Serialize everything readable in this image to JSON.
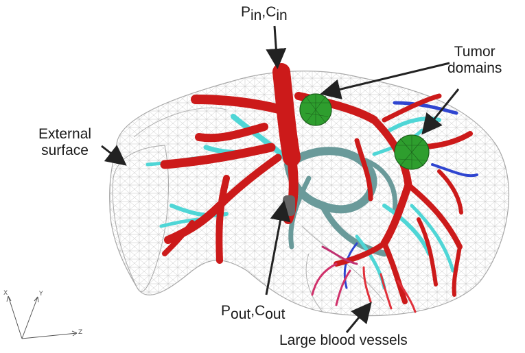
{
  "labels": {
    "inlet_main": "P",
    "inlet_sub": "in",
    "inlet_sep": ",",
    "inlet_main2": "C",
    "inlet_sub2": "in",
    "outlet_main": "P",
    "outlet_sub": "out",
    "outlet_sep": ",",
    "outlet_main2": "C",
    "outlet_sub2": "out",
    "tumor_line1": "Tumor",
    "tumor_line2": "domains",
    "external_line1": "External",
    "external_line2": "surface",
    "vessels": "Large blood vessels"
  },
  "axes": {
    "x": "X",
    "y": "Y",
    "z": "Z"
  },
  "colors": {
    "artery": "#cc1a1a",
    "artery_light": "#e0303a",
    "vein_cyan": "#4fd6d6",
    "vein_teal": "#6a9a9a",
    "vein_blue": "#2f45d0",
    "tumor": "#2e9e2e",
    "mesh": "#b8b8b8",
    "arrow": "#222222"
  }
}
